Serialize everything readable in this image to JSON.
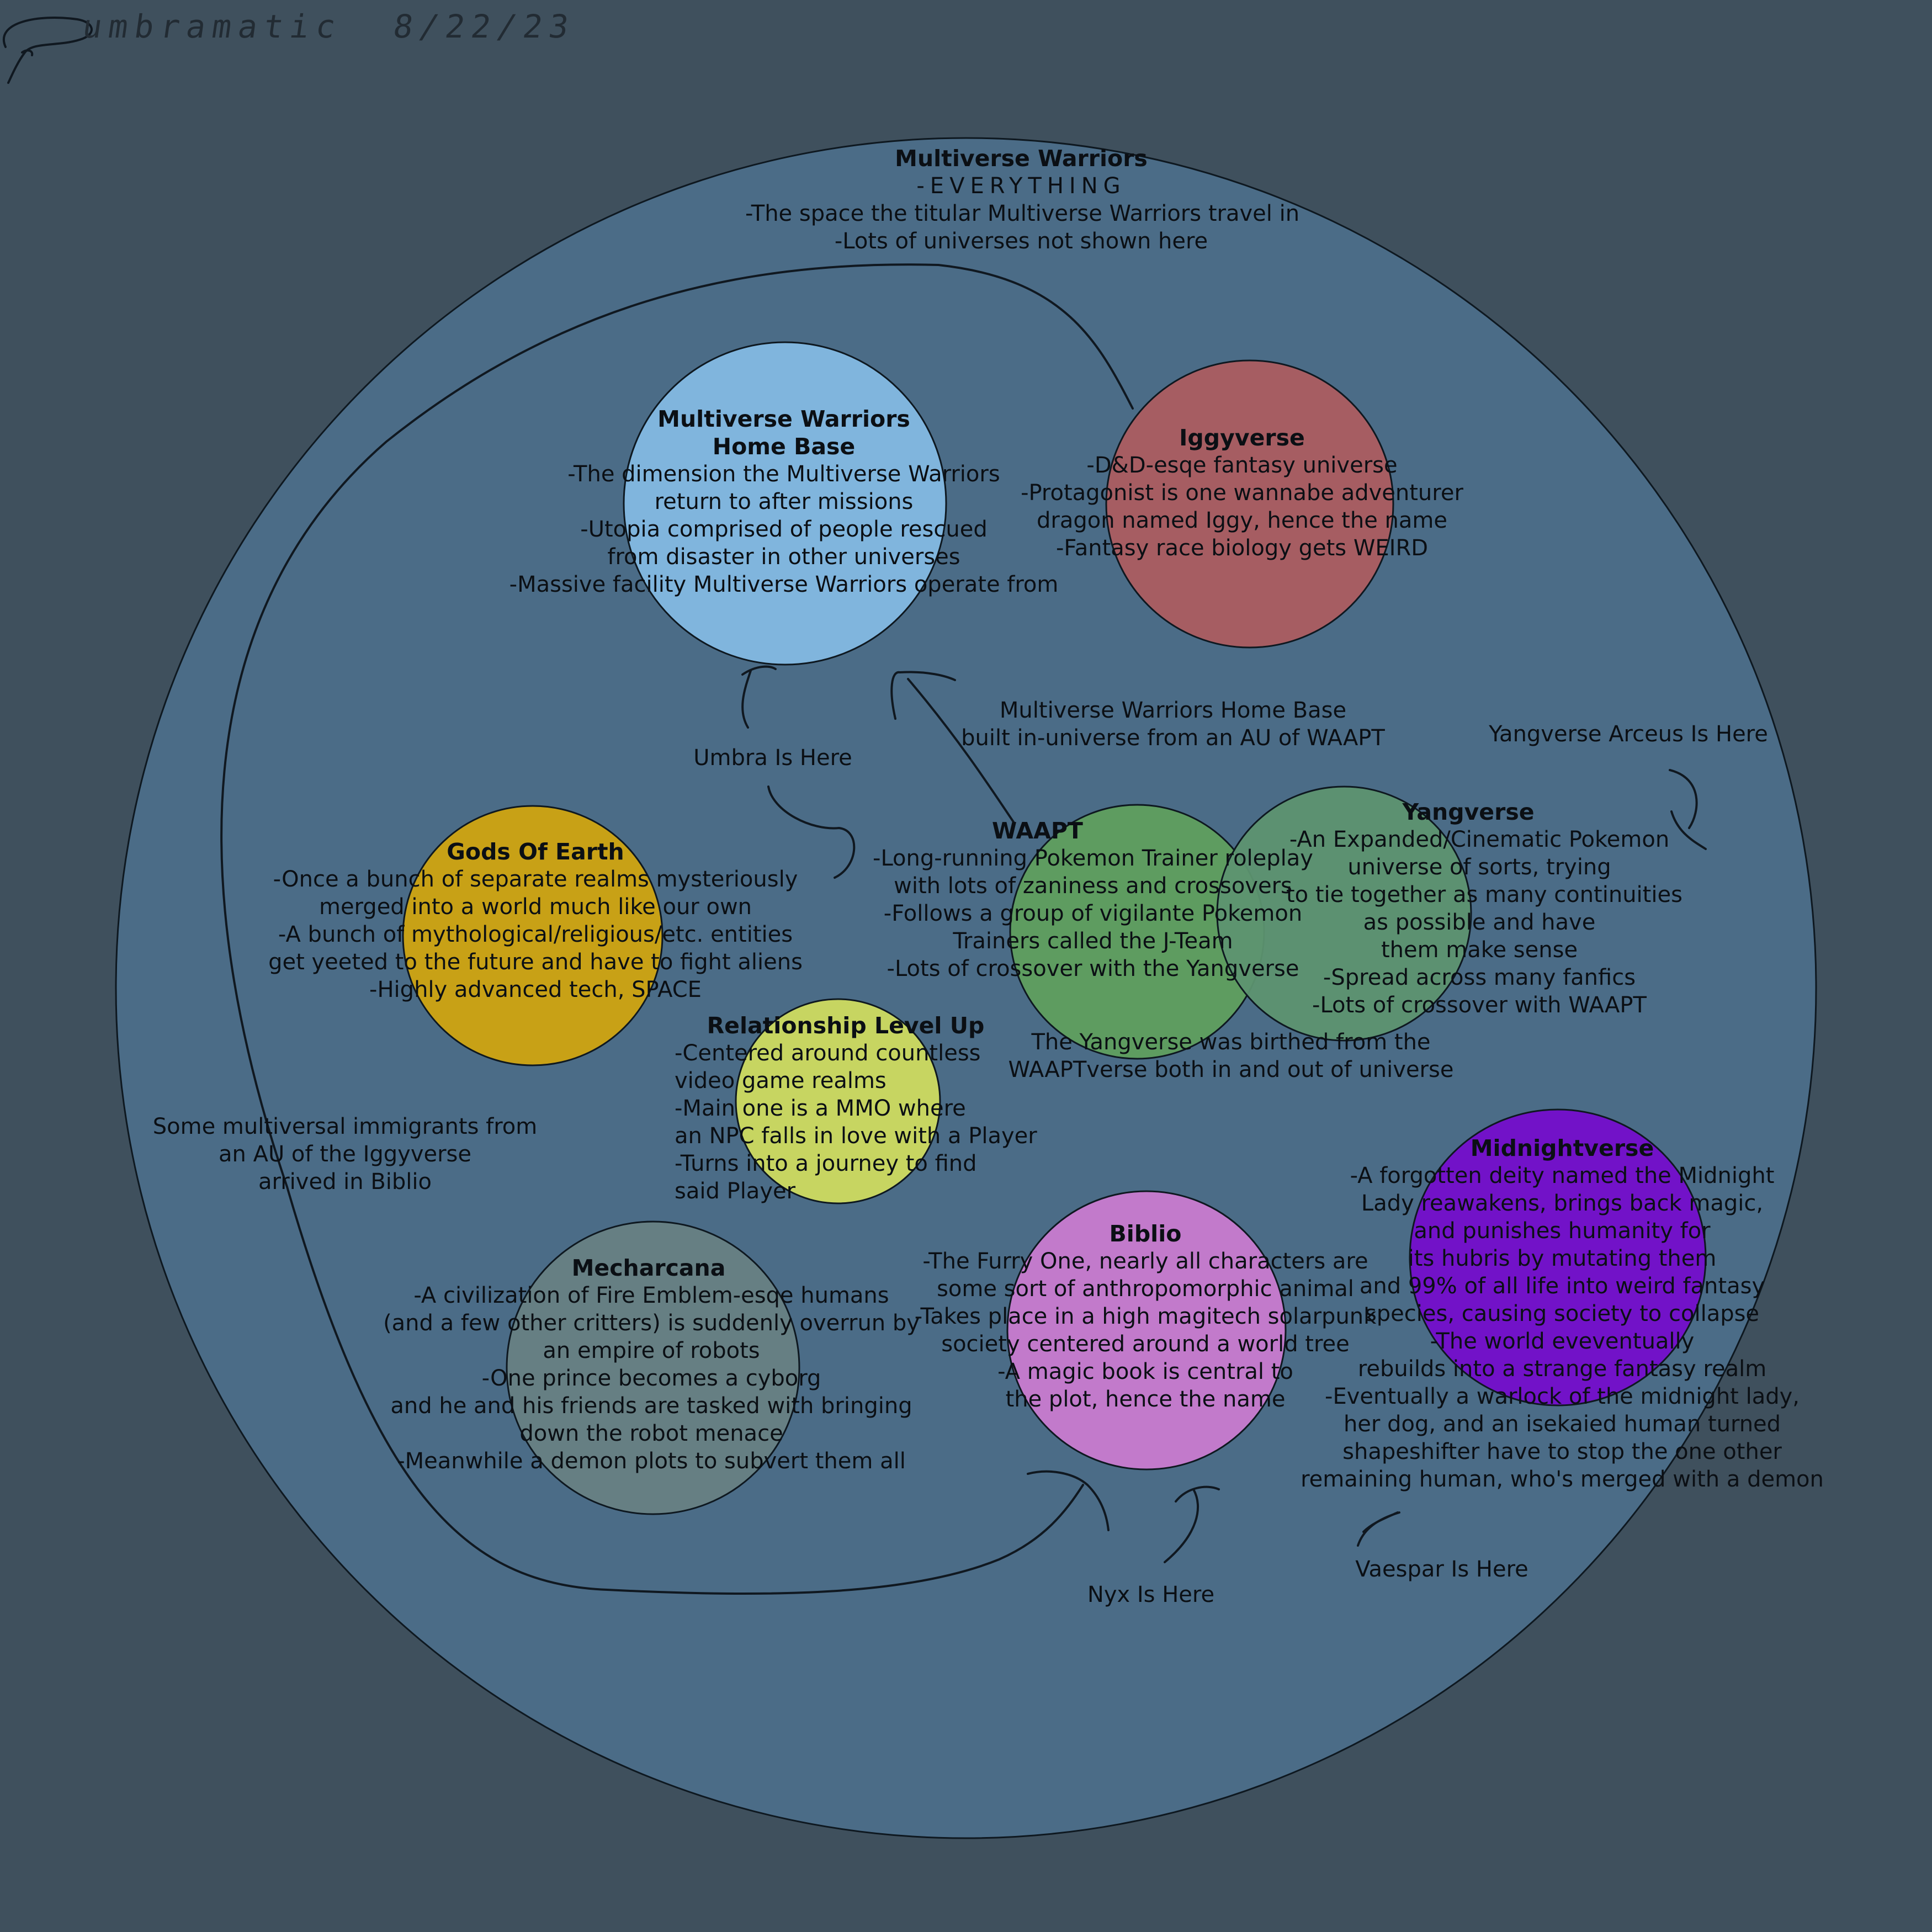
{
  "signature": {
    "name": "umbramatic",
    "date": "8/22/23"
  },
  "colors": {
    "background": "#3f505d",
    "outer_circle": "#4b6c87",
    "home_base": "#80b5dd",
    "iggyverse": "#a65d62",
    "gods_of_earth": "#c8a116",
    "relationship": "#c7d561",
    "waapt": "#5e9c60",
    "yangverse": "#5d9470",
    "mecharcana": "#667f83",
    "biblio": "#c27acb",
    "midnightverse": "#7212c8"
  },
  "multiverse": {
    "title": "Multiverse Warriors",
    "everything": "-EVERYTHING",
    "lines": "-The space the titular Multiverse Warriors travel in\n-Lots of universes not shown here"
  },
  "home_base": {
    "title": "Multiverse Warriors\nHome Base",
    "lines": "-The dimension the Multiverse Warriors\nreturn to after missions\n-Utopia comprised of people rescued\nfrom disaster in other universes\n-Massive facility Multiverse Warriors operate from"
  },
  "iggyverse": {
    "title": "Iggyverse",
    "lines": "-D&D-esqe fantasy universe\n-Protagonist is one wannabe adventurer\ndragon named Iggy, hence the name\n-Fantasy race biology gets WEIRD"
  },
  "gods_of_earth": {
    "title": "Gods Of Earth",
    "lines": "-Once a bunch of separate realms mysteriously\nmerged into a world much like our own\n-A bunch of mythological/religious/etc. entities\nget yeeted to the future and have to fight aliens\n-Highly advanced tech, SPACE"
  },
  "relationship": {
    "title": "Relationship Level Up",
    "lines": "-Centered around countless\nvideo game realms\n-Main one is a MMO where\nan NPC falls in love with a Player\n-Turns into a journey to find\nsaid Player"
  },
  "waapt": {
    "title": "WAAPT",
    "lines": "-Long-running Pokemon Trainer roleplay\nwith lots of zaniness and crossovers\n-Follows a group of vigilante Pokemon\nTrainers called the J-Team\n-Lots of crossover with the Yangverse"
  },
  "yangverse": {
    "title": "Yangverse",
    "lines": "-An Expanded/Cinematic Pokemon\nuniverse of sorts, trying\nto tie together as many continuities\nas possible and have\nthem make sense\n-Spread across many fanfics\n-Lots of crossover with WAAPT"
  },
  "mecharcana": {
    "title": "Mecharcana",
    "lines": "-A civilization of Fire Emblem-esqe humans\n(and a few other critters) is suddenly overrun by\nan empire of robots\n-One prince becomes a cyborg\nand he and his friends are tasked with bringing\ndown the robot menace\n-Meanwhile a demon plots to subvert them all"
  },
  "biblio": {
    "title": "Biblio",
    "lines": "-The Furry One, nearly all characters are\nsome sort of anthropomorphic animal\n-Takes place in a high magitech solarpunk\nsociety centered around a world tree\n-A magic book is central to\nthe plot, hence the name"
  },
  "midnightverse": {
    "title": "Midnightverse",
    "lines": "-A forgotten deity named the Midnight\nLady reawakens, brings back magic,\nand punishes humanity for\nits hubris by mutating them\nand 99% of all life into weird fantasy\nspecies, causing society to collapse\n-The world eveventually\nrebuilds into a strange fantasy realm\n-Eventually a warlock of the midnight lady,\nher dog, and an isekaied human turned\nshapeshifter have to stop the one other\nremaining human, who's merged with a demon"
  },
  "annotations": {
    "umbra": "Umbra Is Here",
    "home_base_origin": "Multiverse Warriors Home Base\nbuilt in-universe from an AU of WAAPT",
    "yangverse_arceus": "Yangverse Arceus Is Here",
    "yangverse_birth": "The Yangverse was birthed from the\nWAAPTverse both in and out of universe",
    "immigrants": "Some multiversal immigrants from\nan AU of the Iggyverse\narrived in Biblio",
    "nyx": "Nyx Is Here",
    "vaespar": "Vaespar Is Here"
  }
}
